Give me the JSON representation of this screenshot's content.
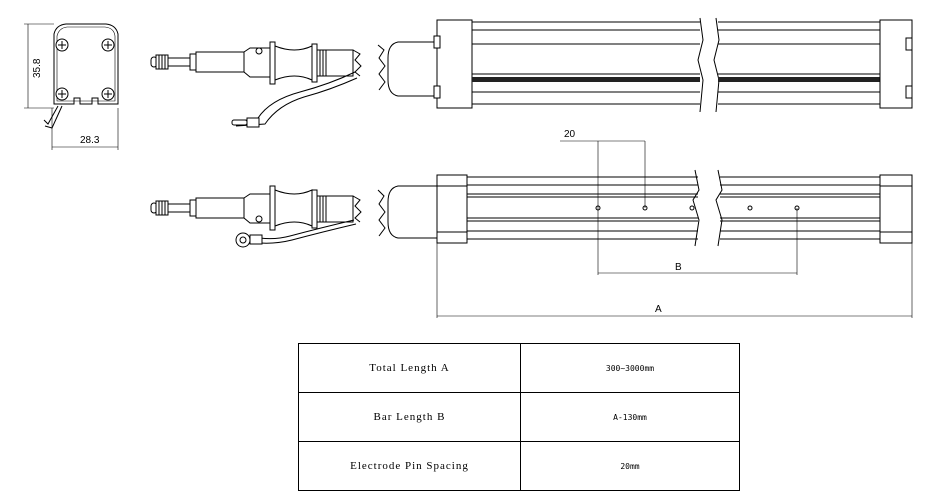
{
  "end_view": {
    "height_label": "35.8",
    "width_label": "28.3"
  },
  "bar_dimensions": {
    "pin_spacing_label": "20",
    "bar_length_label": "B",
    "total_length_label": "A"
  },
  "spec_table": {
    "rows": [
      {
        "label": "Total Length A",
        "value": "300~3000mm"
      },
      {
        "label": "Bar Length B",
        "value": "A-130mm"
      },
      {
        "label": "Electrode Pin Spacing",
        "value": "20mm"
      }
    ]
  }
}
